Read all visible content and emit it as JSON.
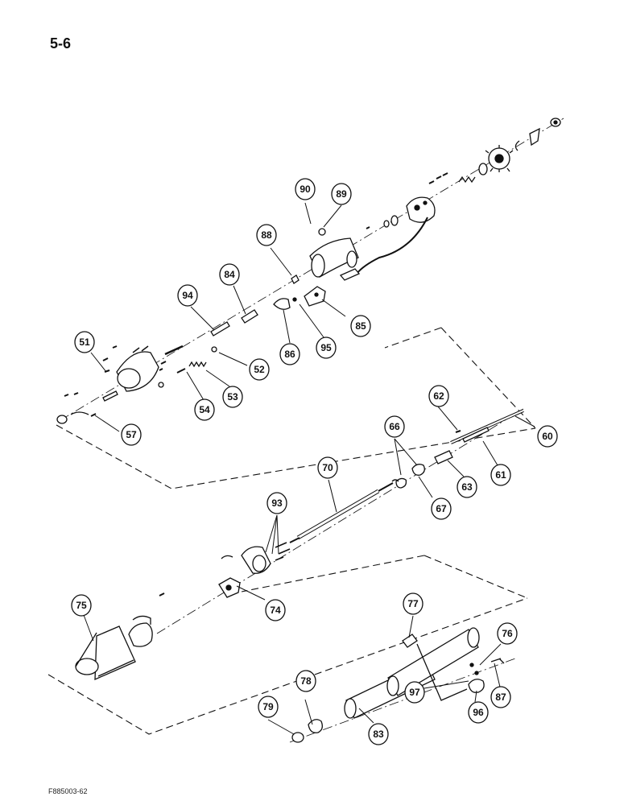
{
  "page_number": "5-6",
  "figure_code": "F885003-62",
  "colors": {
    "ink": "#111111",
    "paper": "#ffffff"
  },
  "callouts": [
    "51",
    "52",
    "53",
    "54",
    "57",
    "60",
    "61",
    "62",
    "63",
    "66",
    "67",
    "70",
    "74",
    "75",
    "76",
    "77",
    "78",
    "79",
    "83",
    "84",
    "85",
    "86",
    "87",
    "88",
    "89",
    "90",
    "93",
    "94",
    "95",
    "96",
    "97"
  ]
}
